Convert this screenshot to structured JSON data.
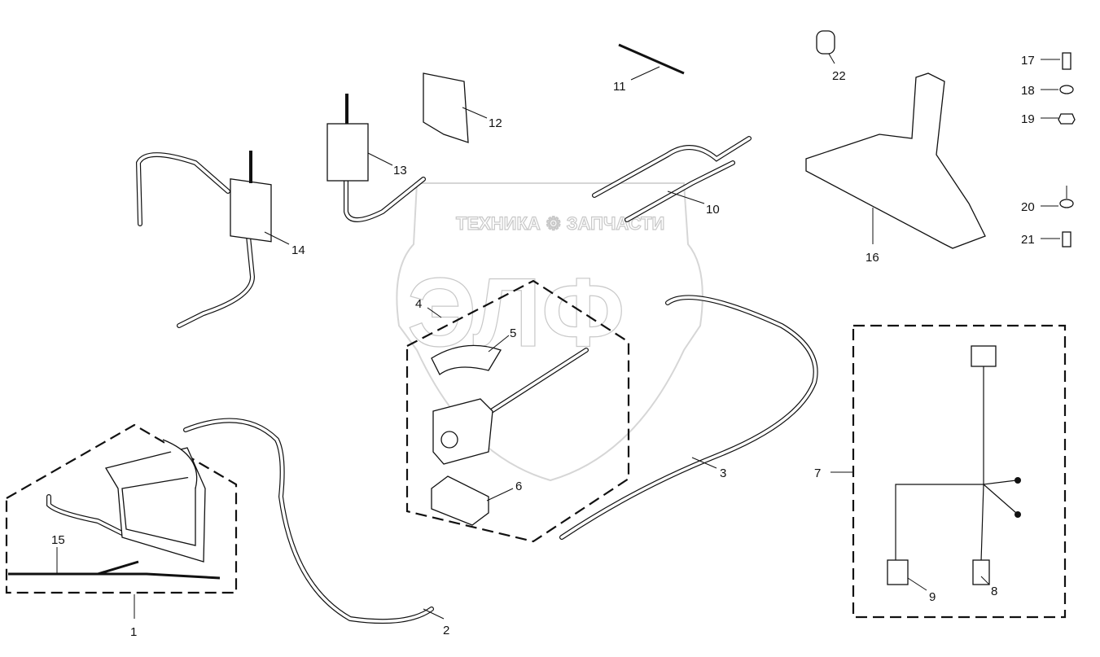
{
  "watermark": {
    "top_text": "ТЕХНИКА ⚙ ЗАПЧАСТИ",
    "logo_text": "ЭЛФ",
    "color": "#bbbbbb"
  },
  "labels": {
    "p1": "1",
    "p2": "2",
    "p3": "3",
    "p4": "4",
    "p5": "5",
    "p6": "6",
    "p7": "7",
    "p8": "8",
    "p9": "9",
    "p10": "10",
    "p11": "11",
    "p12": "12",
    "p13": "13",
    "p14": "14",
    "p15": "15",
    "p16": "16",
    "p17": "17",
    "p18": "18",
    "p19": "19",
    "p20": "20",
    "p21": "21",
    "p22": "22"
  }
}
